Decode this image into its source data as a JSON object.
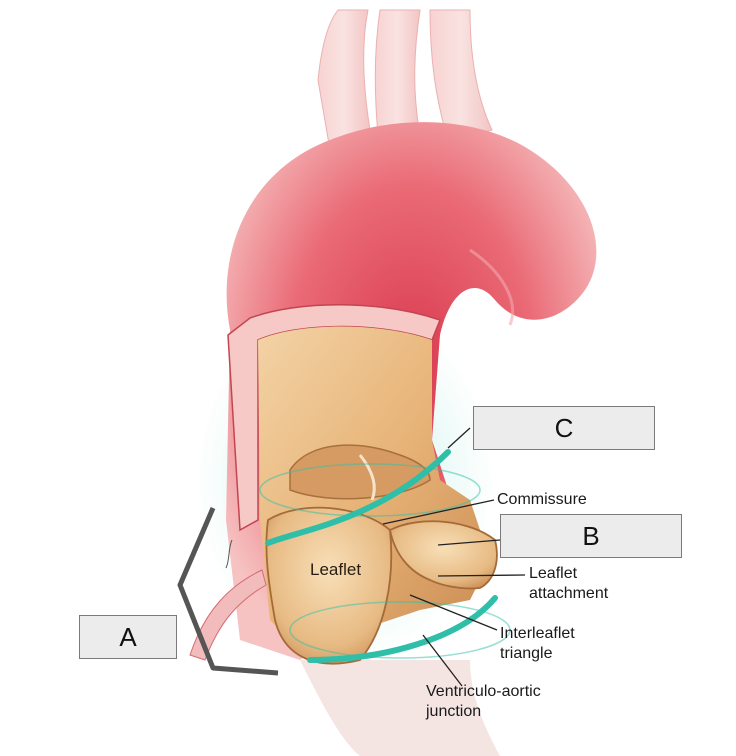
{
  "labels": {
    "box_a": "A",
    "box_b": "B",
    "box_c": "C",
    "commissure": "Commissure",
    "leaflet": "Leaflet",
    "leaflet_attachment": [
      "Leaflet",
      "attachment"
    ],
    "interleaflet_triangle": [
      "Interleaflet",
      "triangle"
    ],
    "ventriculo_aortic_junction": [
      "Ventriculo-aortic",
      "junction"
    ]
  },
  "colors": {
    "aorta_wall": "#e8606e",
    "aorta_light": "#f4b7b8",
    "lumen": "#e9b97e",
    "ring": "#2fbfa8",
    "box_fill": "#ececec"
  }
}
